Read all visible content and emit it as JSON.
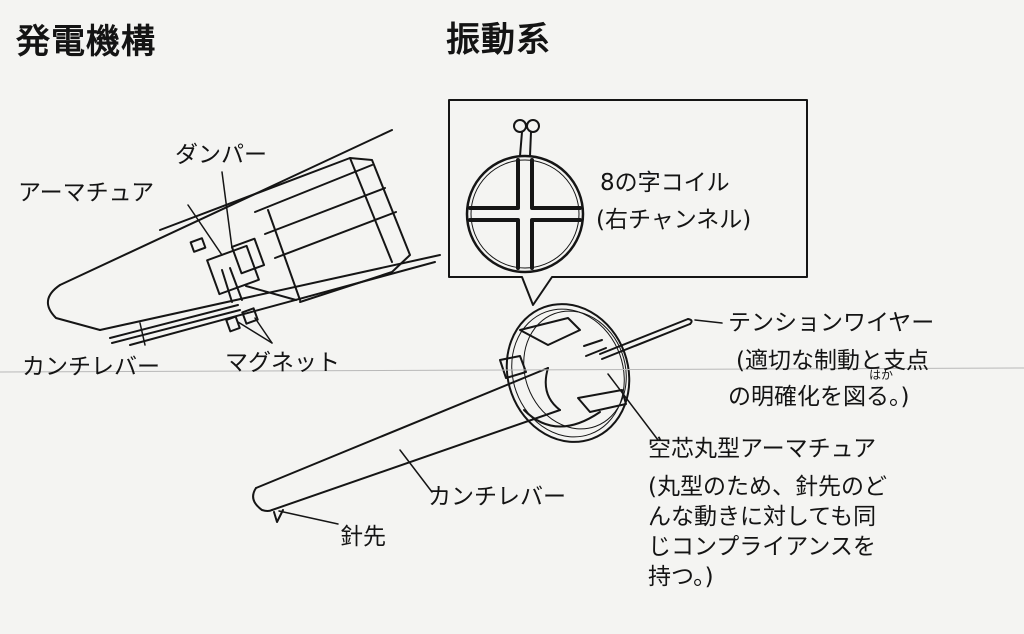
{
  "titles": {
    "generator": "発電機構",
    "vibration": "振動系"
  },
  "generator_labels": {
    "damper": "ダンパー",
    "armature": "アーマチュア",
    "cantilever": "カンチレバー",
    "magnet": "マグネット"
  },
  "coil_callout": {
    "line1": "8の字コイル",
    "line2": "(右チャンネル)"
  },
  "vibration_labels": {
    "tension_wire": "テンションワイヤー",
    "tension_note_line1": "(適切な制動と支点",
    "tension_note_line2": "の明確化を図る。)",
    "ruby": "はか",
    "cantilever": "カンチレバー",
    "stylus": "針先",
    "armature_title": "空芯丸型アーマチュア",
    "armature_note": [
      "(丸型のため、針先のど",
      "んな動きに対しても同",
      "じコンプライアンスを",
      "持つ。)"
    ]
  }
}
